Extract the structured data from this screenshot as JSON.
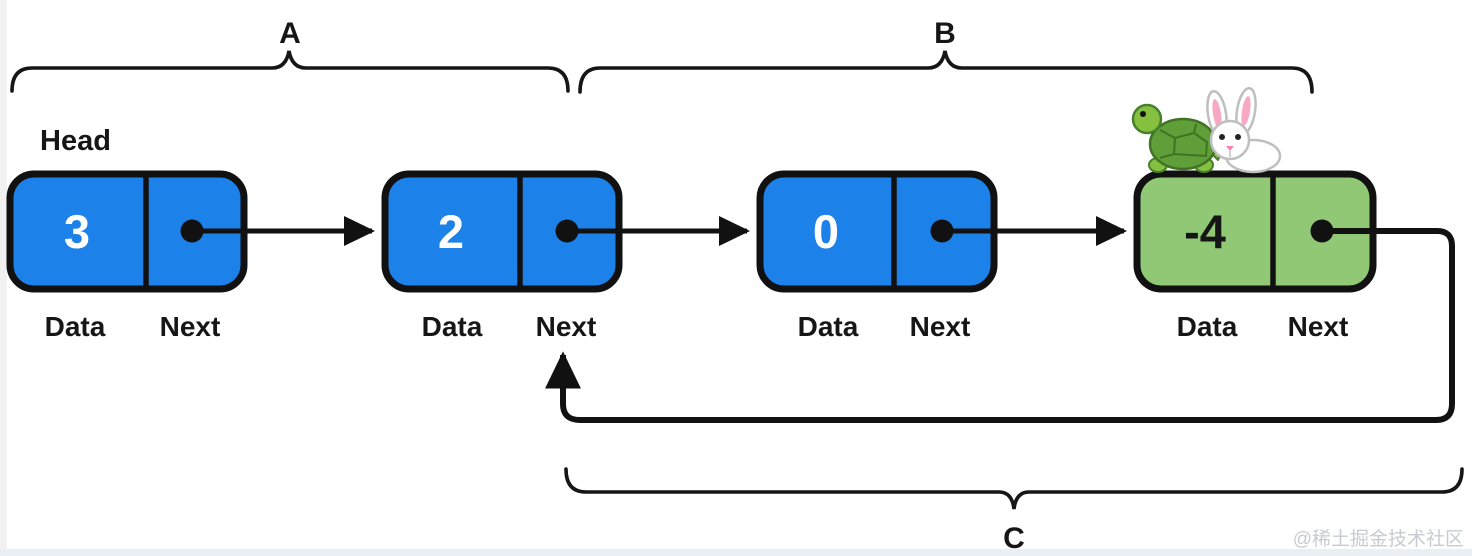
{
  "diagram": {
    "title_hint": "linked-list-with-cycle",
    "head_label": "Head",
    "braces": {
      "a": "A",
      "b": "B",
      "c": "C"
    },
    "nodes": [
      {
        "value": "3",
        "data_label": "Data",
        "next_label": "Next",
        "color_key": "node_blue"
      },
      {
        "value": "2",
        "data_label": "Data",
        "next_label": "Next",
        "color_key": "node_blue"
      },
      {
        "value": "0",
        "data_label": "Data",
        "next_label": "Next",
        "color_key": "node_blue"
      },
      {
        "value": "-4",
        "data_label": "Data",
        "next_label": "Next",
        "color_key": "node_green"
      }
    ],
    "icons": [
      {
        "name": "turtle-icon"
      },
      {
        "name": "rabbit-icon"
      }
    ],
    "colors": {
      "node_blue": "#1C81E8",
      "node_green": "#90C876",
      "stroke": "#111111",
      "value_on_blue": "#FFFFFF",
      "value_on_green": "#151515",
      "watermark": "#C7CCD2",
      "turtle_shell": "#5F9E38",
      "turtle_skin": "#86C040",
      "rabbit_body": "#FFFFFF",
      "rabbit_ear_inner": "#F7A8C4"
    }
  },
  "watermark": "@稀土掘金技术社区"
}
